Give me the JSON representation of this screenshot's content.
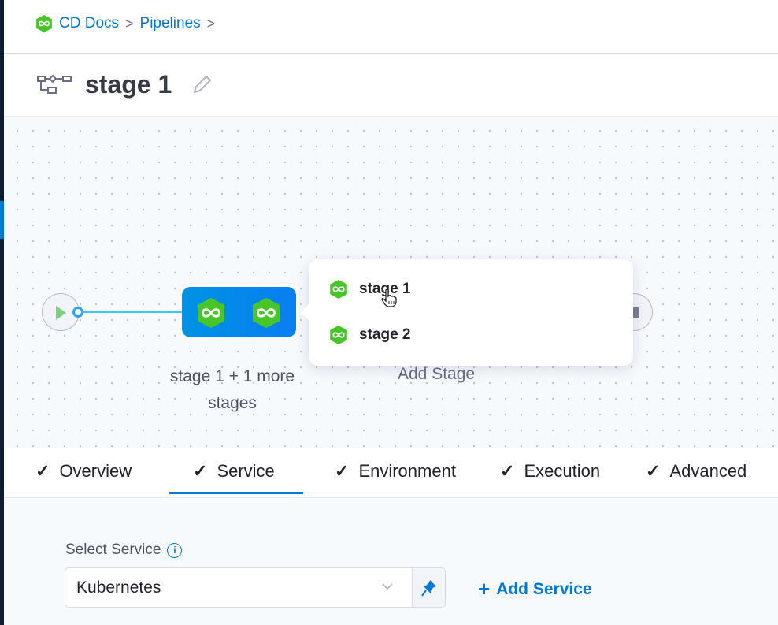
{
  "breadcrumb": {
    "project": "CD Docs",
    "section": "Pipelines",
    "separator": ">"
  },
  "title": "stage 1",
  "pipeline": {
    "group_label_line1": "stage 1 + 1 more",
    "group_label_line2": "stages",
    "add_stage": "Add Stage"
  },
  "popover": {
    "items": [
      {
        "label": "stage 1"
      },
      {
        "label": "stage 2"
      }
    ]
  },
  "tabs": [
    {
      "label": "Overview",
      "check": "✓"
    },
    {
      "label": "Service",
      "check": "✓",
      "active": true
    },
    {
      "label": "Environment",
      "check": "✓"
    },
    {
      "label": "Execution",
      "check": "✓"
    },
    {
      "label": "Advanced",
      "check": "✓"
    }
  ],
  "service": {
    "label": "Select Service",
    "value": "Kubernetes",
    "add_label": "Add Service"
  },
  "colors": {
    "accent": "#0278d5",
    "stage_green": "#4dc82e",
    "group_blue": "#0a88ea"
  }
}
